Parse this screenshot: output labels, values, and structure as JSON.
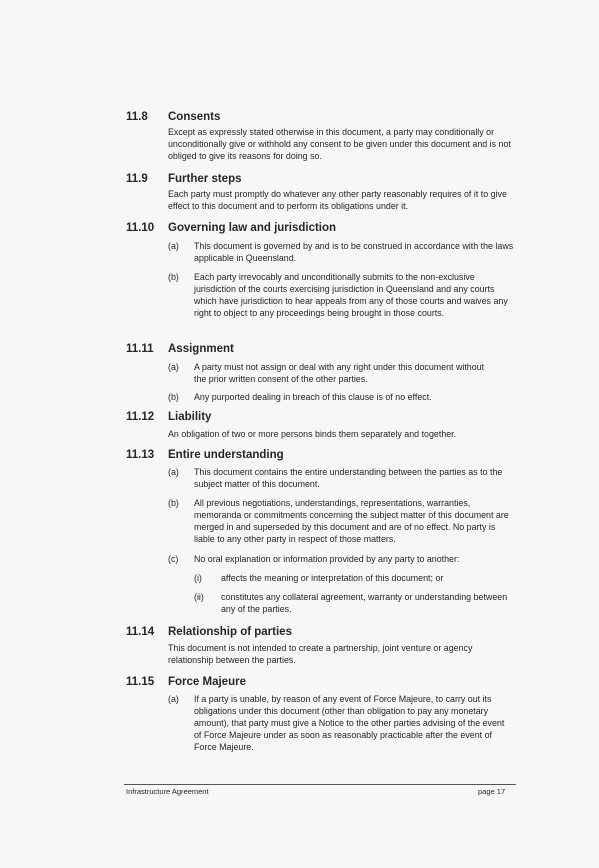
{
  "s118": {
    "num": "11.8",
    "title": "Consents",
    "text": "Except as expressly stated otherwise in this document, a party may conditionally or unconditionally give or withhold any consent to be given under this document and is not obliged to give its reasons for doing so."
  },
  "s119": {
    "num": "11.9",
    "title": "Further steps",
    "text": "Each party must promptly do whatever any other party reasonably requires of it to give effect to this document and to perform its obligations under it."
  },
  "s1110": {
    "num": "11.10",
    "title": "Governing law and jurisdiction",
    "a_label": "(a)",
    "a": "This document is governed by and is to be construed in accordance with the laws applicable in Queensland.",
    "b_label": "(b)",
    "b": "Each party irrevocably and unconditionally submits to the non-exclusive jurisdiction of the courts exercising jurisdiction in Queensland and any courts which have jurisdiction to hear appeals from any of those courts and waives any right to object to any proceedings being brought in those courts."
  },
  "s1111": {
    "num": "11.11",
    "title": "Assignment",
    "a_label": "(a)",
    "a": "A party must not assign or deal with any right under this document without the prior written consent of the other parties.",
    "b_label": "(b)",
    "b": "Any purported dealing in breach of this clause is of no effect."
  },
  "s1112": {
    "num": "11.12",
    "title": "Liability",
    "text": "An obligation of two or more persons binds them separately and together."
  },
  "s1113": {
    "num": "11.13",
    "title": "Entire understanding",
    "a_label": "(a)",
    "a": "This document contains the entire understanding between the parties as to the subject matter of this document.",
    "b_label": "(b)",
    "b": "All previous negotiations, understandings, representations, warranties, memoranda or commitments concerning the subject matter of this document are merged in and superseded by this document and are of no effect.  No party is liable to any other party in respect of those matters.",
    "c_label": "(c)",
    "c": "No oral explanation or information provided by any party to another:",
    "ci_label": "(i)",
    "ci": "affects the meaning or interpretation of this document; or",
    "cii_label": "(ii)",
    "cii": "constitutes any collateral agreement, warranty or understanding between any of the parties."
  },
  "s1114": {
    "num": "11.14",
    "title": "Relationship of parties",
    "text": "This document is not intended to create a partnership, joint venture or agency relationship between the parties."
  },
  "s1115": {
    "num": "11.15",
    "title": "Force Majeure",
    "a_label": "(a)",
    "a": "If a party is unable, by reason of any event of Force Majeure, to carry out its obligations under this document (other than obligation to pay any monetary amount), that party must give a Notice to the other parties advising of the event of Force Majeure under as soon as reasonably practicable after the event of Force Majeure."
  },
  "footer": {
    "left": "Infrastructure Agreement",
    "right": "page 17"
  }
}
